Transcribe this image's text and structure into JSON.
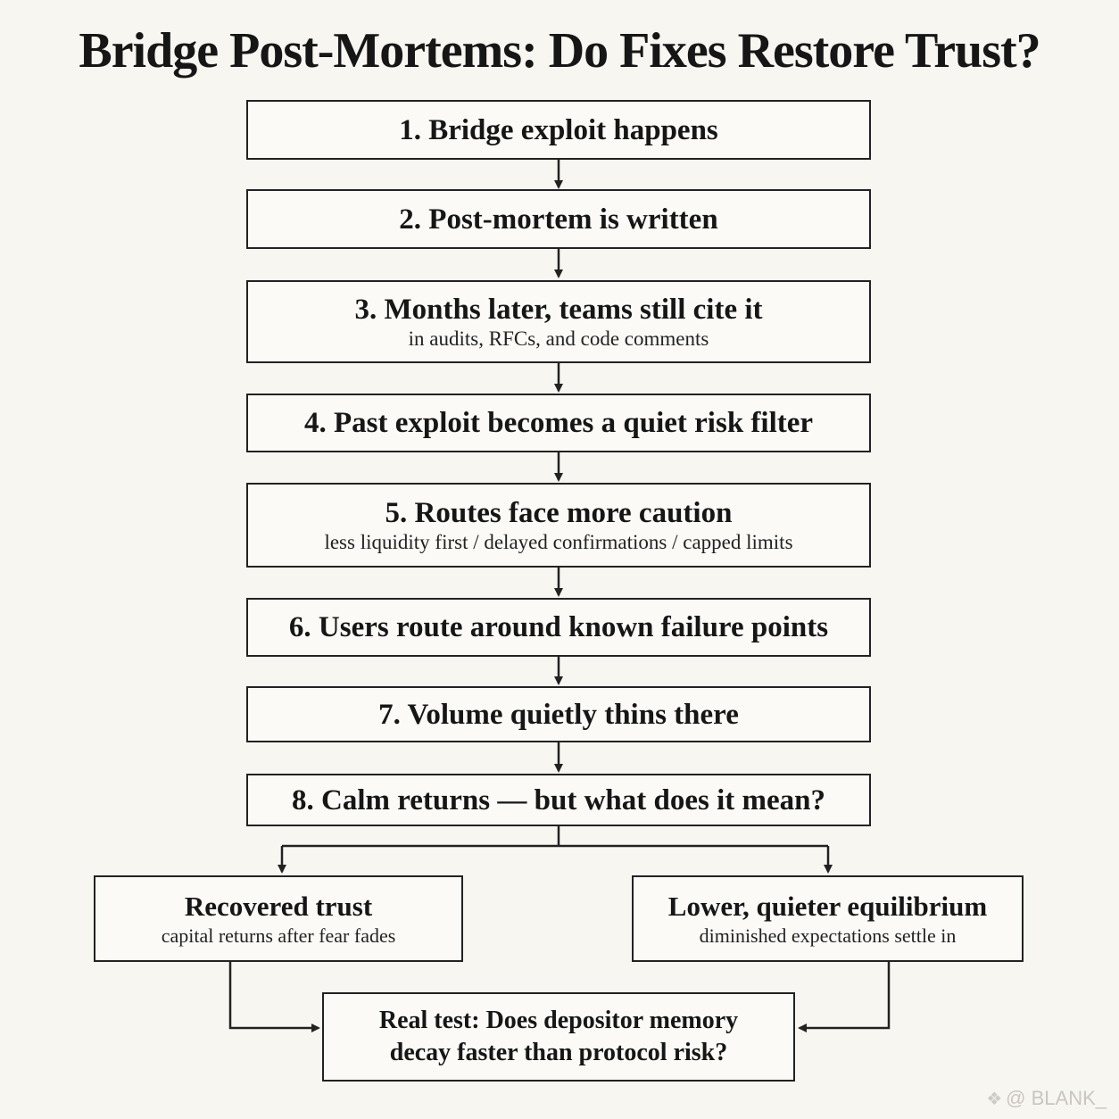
{
  "title": "Bridge Post-Mortems: Do Fixes Restore Trust?",
  "steps": [
    {
      "label": "1. Bridge exploit happens"
    },
    {
      "label": "2. Post-mortem is written"
    },
    {
      "label": "3. Months later, teams still cite it",
      "detail": "in audits, RFCs, and code comments"
    },
    {
      "label": "4. Past exploit becomes a quiet risk filter"
    },
    {
      "label": "5. Routes face more caution",
      "detail": "less liquidity first / delayed confirmations / capped limits"
    },
    {
      "label": "6. Users route around known failure points"
    },
    {
      "label": "7. Volume quietly thins there"
    },
    {
      "label": "8. Calm returns — but what does it mean?"
    }
  ],
  "branches": {
    "left": {
      "label": "Recovered trust",
      "detail": "capital returns after fear fades"
    },
    "right": {
      "label": "Lower, quieter equilibrium",
      "detail": "diminished expectations settle in"
    }
  },
  "conclusion": {
    "line1": "Real test: Does depositor memory",
    "line2": "decay faster than protocol risk?"
  },
  "watermark": {
    "text": "@ BLANK_",
    "icon": "diamond-logo-icon"
  }
}
